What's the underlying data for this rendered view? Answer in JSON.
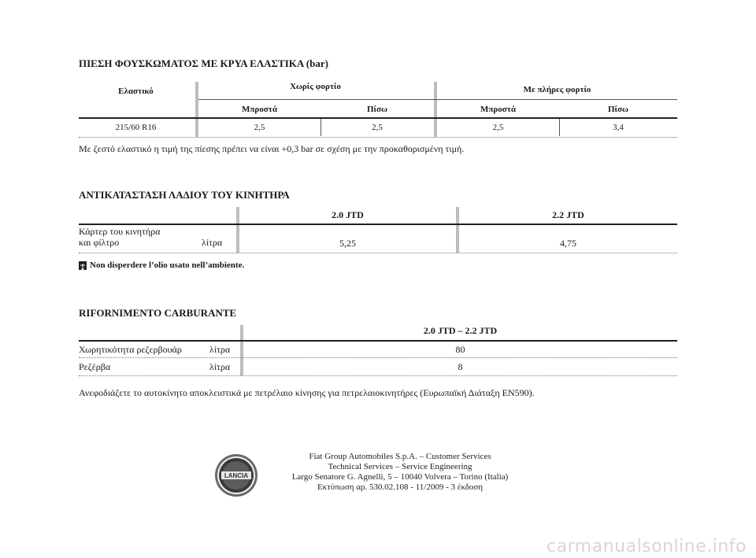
{
  "tyre": {
    "title": "ΠΙΕΣΗ ΦΟΥΣΚΩΜΑΤΟΣ ΜΕ ΚΡΥΑ ΕΛΑΣΤΙΚΑ (bar)",
    "col_tyre": "Ελαστικό",
    "group_noload": "Χωρίς φορτίο",
    "group_fullload": "Με πλήρες φορτίο",
    "front": "Μπροστά",
    "rear": "Πίσω",
    "row": {
      "size": "215/60 R16",
      "v1": "2,5",
      "v2": "2,5",
      "v3": "2,5",
      "v4": "3,4"
    },
    "note": "Με ζεστό ελαστικό η τιμή της πίεσης πρέπει να είναι +0,3 bar σε σχέση με την προκαθορισμένη τιμή."
  },
  "oil": {
    "title": "ΑΝΤΙΚΑΤΑΣΤΑΣΗ ΛΑΔΙΟΥ ΤΟΥ ΚΙΝΗΤΗΡΑ",
    "col1": "2.0 JTD",
    "col2": "2.2 JTD",
    "row_label_1": "Κάρτερ του κινητήρα",
    "row_label_2": "και φίλτρο",
    "unit": "λίτρα",
    "v1": "5,25",
    "v2": "4,75",
    "env_note": "Non disperdere l’olio usato nell’ambiente."
  },
  "fuel": {
    "title": "RIFORNIMENTO CARBURANTE",
    "col": "2.0 JTD – 2.2 JTD",
    "row1_label": "Χωρητικότητα ρεζερβουάρ",
    "row1_unit": "λίτρα",
    "row1_value": "80",
    "row2_label": "Ρεζέρβα",
    "row2_unit": "λίτρα",
    "row2_value": "8",
    "note": "Ανεφοδιάζετε το αυτοκίνητο αποκλειστικά με πετρέλαιο κίνησης για πετρελαιοκινητήρες (Ευρωπαϊκή Διάταξη EN590)."
  },
  "footer": {
    "line1": "Fiat Group Automobiles S.p.A. – Customer Services",
    "line2": "Technical Services – Service Engineering",
    "line3": "Largo Senatore G. Agnelli, 5 – 10040 Volvera – Torino (Italia)",
    "line4": "Εκτύπωση αρ. 530.02.108 - 11/2009 - 3 έκδοση",
    "logo_text": "LANCIA"
  },
  "watermark": "carmanualsonline.info"
}
